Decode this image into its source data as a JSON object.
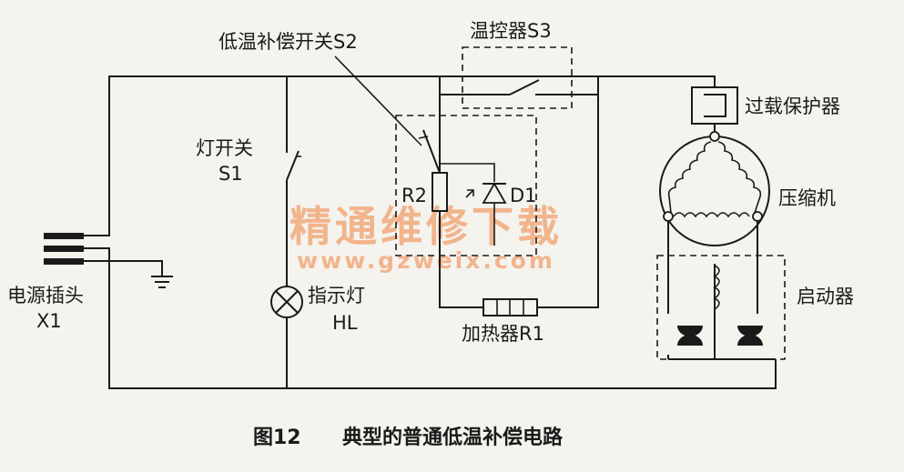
{
  "labels": {
    "s2": "低温补偿开关S2",
    "s3": "温控器S3",
    "overload": "过载保护器",
    "s1_name": "灯开关",
    "s1_id": "S1",
    "r2": "R2",
    "d1": "D1",
    "compressor": "压缩机",
    "plug_name": "电源插头",
    "plug_id": "X1",
    "lamp_name": "指示灯",
    "lamp_id": "HL",
    "heater": "加热器R1",
    "starter": "启动器"
  },
  "watermark": {
    "line1": "精通维修下载",
    "line2": "www.gzweix.com"
  },
  "caption": {
    "figure": "图12",
    "title": "典型的普通低温补偿电路"
  }
}
